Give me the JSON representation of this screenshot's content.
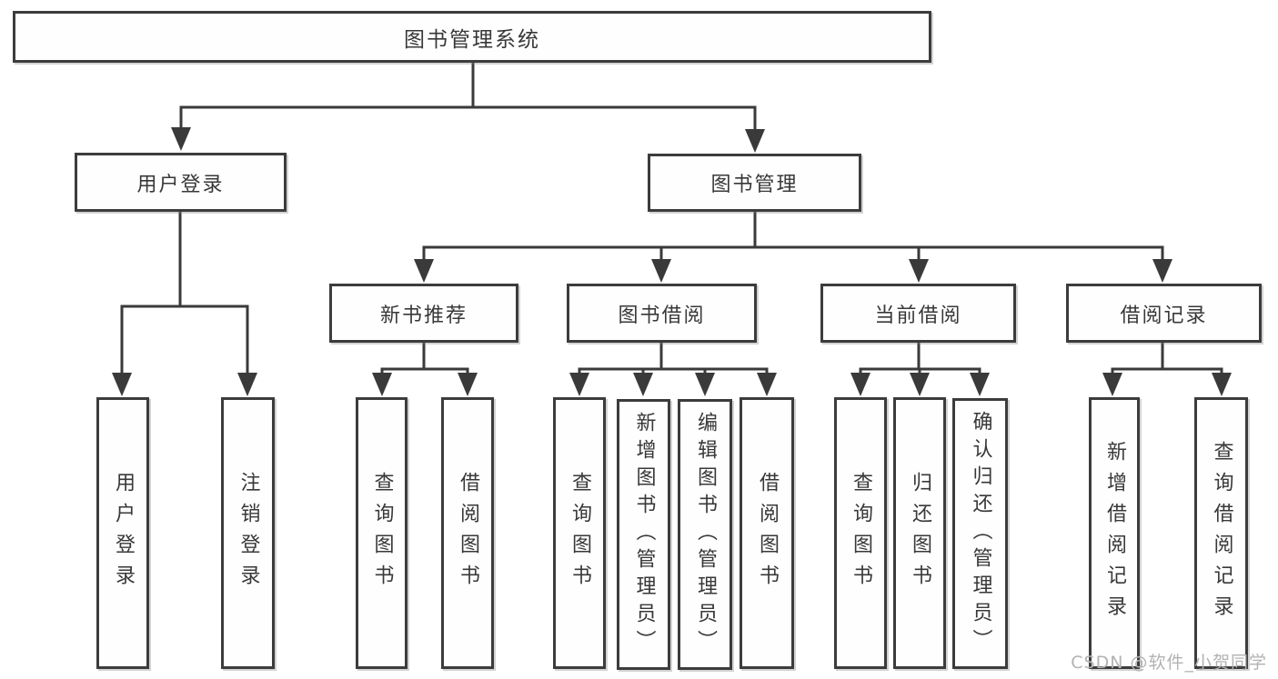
{
  "tree": {
    "label": "图书管理系统",
    "children": [
      {
        "label": "用户登录",
        "children": [
          {
            "label": "用户登录"
          },
          {
            "label": "注销登录"
          }
        ]
      },
      {
        "label": "图书管理",
        "children": [
          {
            "label": "新书推荐",
            "children": [
              {
                "label": "查询图书"
              },
              {
                "label": "借阅图书"
              }
            ]
          },
          {
            "label": "图书借阅",
            "children": [
              {
                "label": "查询图书"
              },
              {
                "label": "新增图书（管理员）"
              },
              {
                "label": "编辑图书（管理员）"
              },
              {
                "label": "借阅图书"
              }
            ]
          },
          {
            "label": "当前借阅",
            "children": [
              {
                "label": "查询图书"
              },
              {
                "label": "归还图书"
              },
              {
                "label": "确认归还（管理员）"
              }
            ]
          },
          {
            "label": "借阅记录",
            "children": [
              {
                "label": "新增借阅记录"
              },
              {
                "label": "查询借阅记录"
              }
            ]
          }
        ]
      }
    ]
  },
  "watermark": "CSDN @软件_小贺同学",
  "colors": {
    "line": "#3a3a3a",
    "box_border": "#3c3c3c",
    "text": "#383838",
    "watermark_text": "#b2b2b2",
    "background": "#ffffff"
  }
}
